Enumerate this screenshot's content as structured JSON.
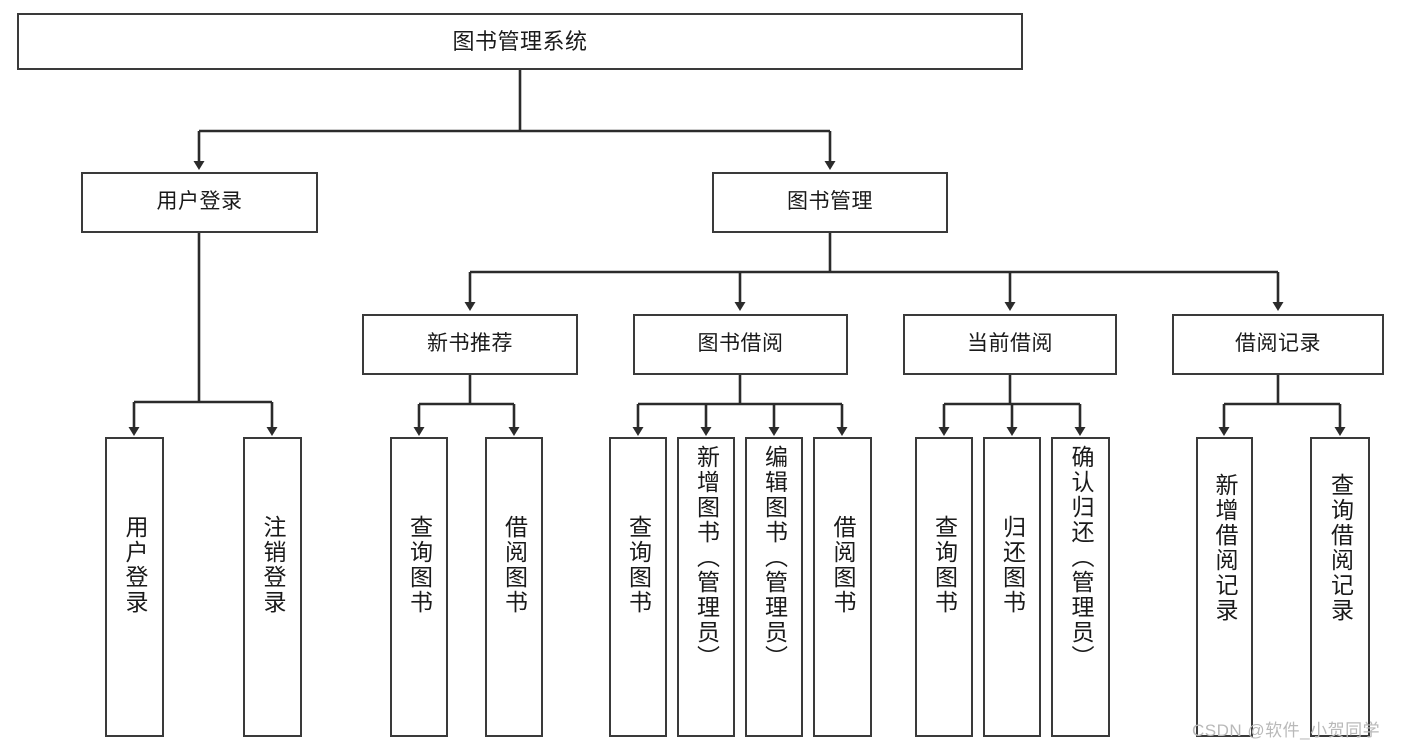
{
  "diagram": {
    "title": "图书管理系统",
    "type": "hierarchy-tree",
    "colors": {
      "box_border": "#3a3a3a",
      "box_fill": "#ffffff",
      "edge": "#2b2b2b",
      "text": "#1a1a1a",
      "watermark": "#b9b9b9"
    },
    "root": {
      "label": "图书管理系统"
    },
    "level2": [
      {
        "label": "用户登录"
      },
      {
        "label": "图书管理"
      }
    ],
    "level3": [
      {
        "label": "新书推荐"
      },
      {
        "label": "图书借阅"
      },
      {
        "label": "当前借阅"
      },
      {
        "label": "借阅记录"
      }
    ],
    "leaves": {
      "user_login": [
        {
          "label": "用户登录"
        },
        {
          "label": "注销登录"
        }
      ],
      "new_book_recommend": [
        {
          "label": "查询图书"
        },
        {
          "label": "借阅图书"
        }
      ],
      "book_borrow": [
        {
          "label": "查询图书"
        },
        {
          "label": "新增图书（管理员）"
        },
        {
          "label": "编辑图书（管理员）"
        },
        {
          "label": "借阅图书"
        }
      ],
      "current_borrow": [
        {
          "label": "查询图书"
        },
        {
          "label": "归还图书"
        },
        {
          "label": "确认归还（管理员）"
        }
      ],
      "borrow_records": [
        {
          "label": "新增借阅记录"
        },
        {
          "label": "查询借阅记录"
        }
      ]
    },
    "watermark": "CSDN @软件_小贺同学"
  }
}
